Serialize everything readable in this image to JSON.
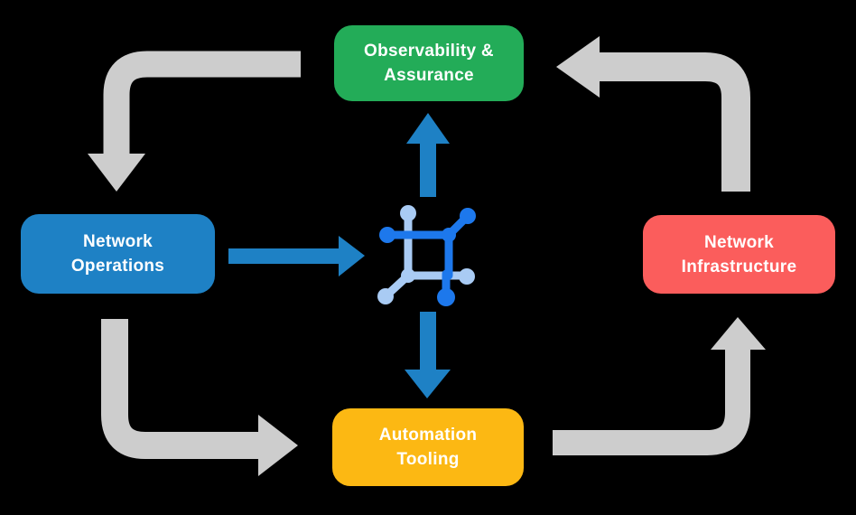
{
  "nodes": [
    {
      "id": "observability-assurance",
      "lines": [
        "Observability &",
        "Assurance"
      ],
      "color": "#23AC58"
    },
    {
      "id": "network-operations",
      "lines": [
        "Network",
        "Operations"
      ],
      "color": "#1E81C5"
    },
    {
      "id": "network-infrastructure",
      "lines": [
        "Network",
        "Infrastructure"
      ],
      "color": "#FB5D5C"
    },
    {
      "id": "automation-tooling",
      "lines": [
        "Automation",
        "Tooling"
      ],
      "color": "#FCB813"
    }
  ],
  "center_icon": {
    "name": "network-automation-icon"
  },
  "edges": [
    {
      "from": "Observability & Assurance",
      "to": "Network Operations",
      "style": "gray-elbow",
      "points": "down"
    },
    {
      "from": "Network Operations",
      "to": "Automation Tooling",
      "style": "gray-elbow",
      "points": "right"
    },
    {
      "from": "Automation Tooling",
      "to": "Network Infrastructure",
      "style": "gray-elbow",
      "points": "up"
    },
    {
      "from": "Network Infrastructure",
      "to": "Observability & Assurance",
      "style": "gray-elbow",
      "points": "left"
    },
    {
      "from": "Network Operations",
      "to": "center-icon",
      "style": "blue-straight",
      "points": "right"
    },
    {
      "from": "center-icon",
      "to": "Observability & Assurance",
      "style": "blue-straight",
      "points": "up"
    },
    {
      "from": "center-icon",
      "to": "Automation Tooling",
      "style": "blue-straight",
      "points": "down"
    }
  ],
  "colors": {
    "background": "#000000",
    "text": "#ffffff",
    "green": "#23AC58",
    "blue": "#1E81C5",
    "red": "#FB5D5C",
    "yellow": "#FCB813",
    "arrow_gray": "#CDCDCD",
    "arrow_blue": "#1E81C5",
    "icon_dark_blue": "#1D78EC",
    "icon_light_blue": "#A9CBF4"
  }
}
